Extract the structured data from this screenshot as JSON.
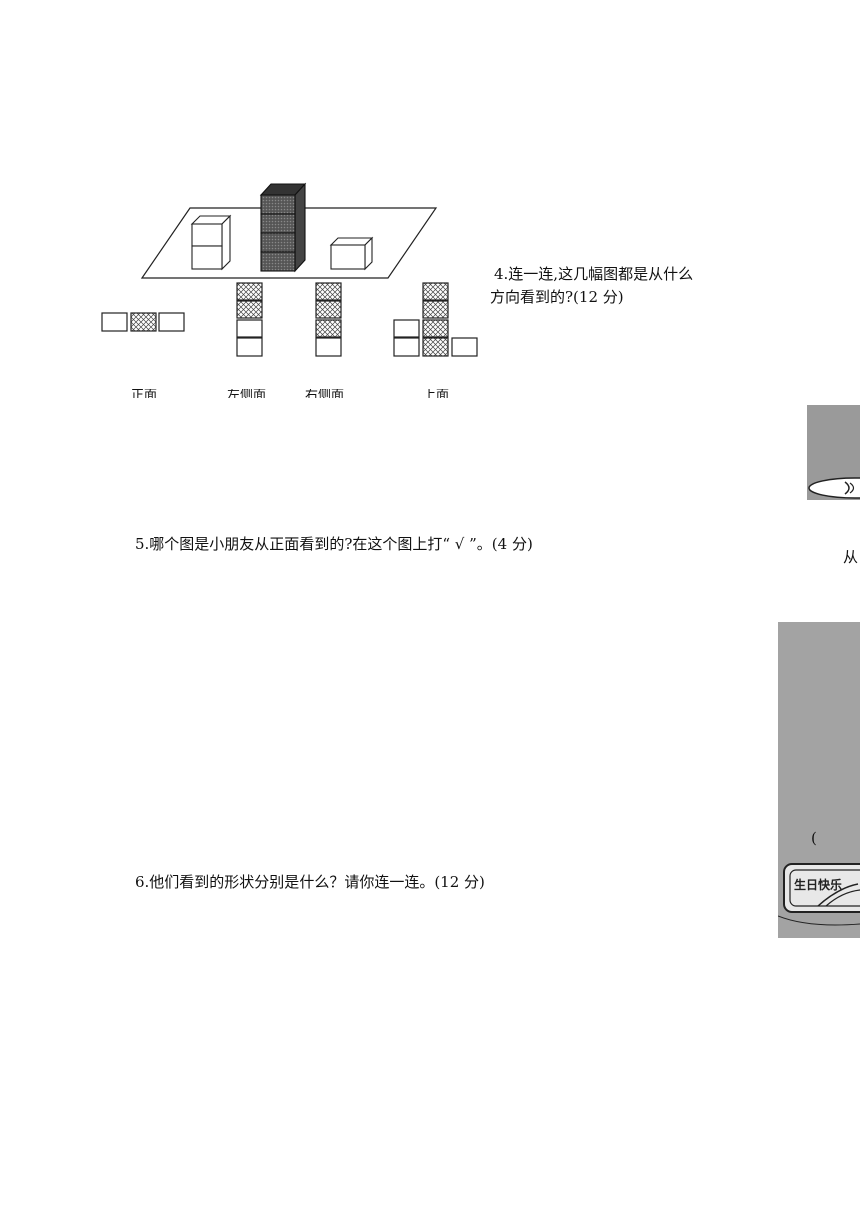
{
  "questions": {
    "q4": {
      "line1": "4.连一连,这几幅图都是从什么",
      "line2": "方向看到的?(12 分)",
      "view_labels": [
        "正面",
        "左侧面",
        "右侧面",
        "上面"
      ]
    },
    "q5": {
      "text": "5.哪个图是小朋友从正面看到的?在这个图上打“ √ ”。(4 分)"
    },
    "q6": {
      "text": "6.他们看到的形状分别是什么？请你连一连。(12 分)"
    }
  },
  "right_margin": {
    "partial_text": "从",
    "bracket": "(",
    "stamp_text": "生日快乐"
  }
}
